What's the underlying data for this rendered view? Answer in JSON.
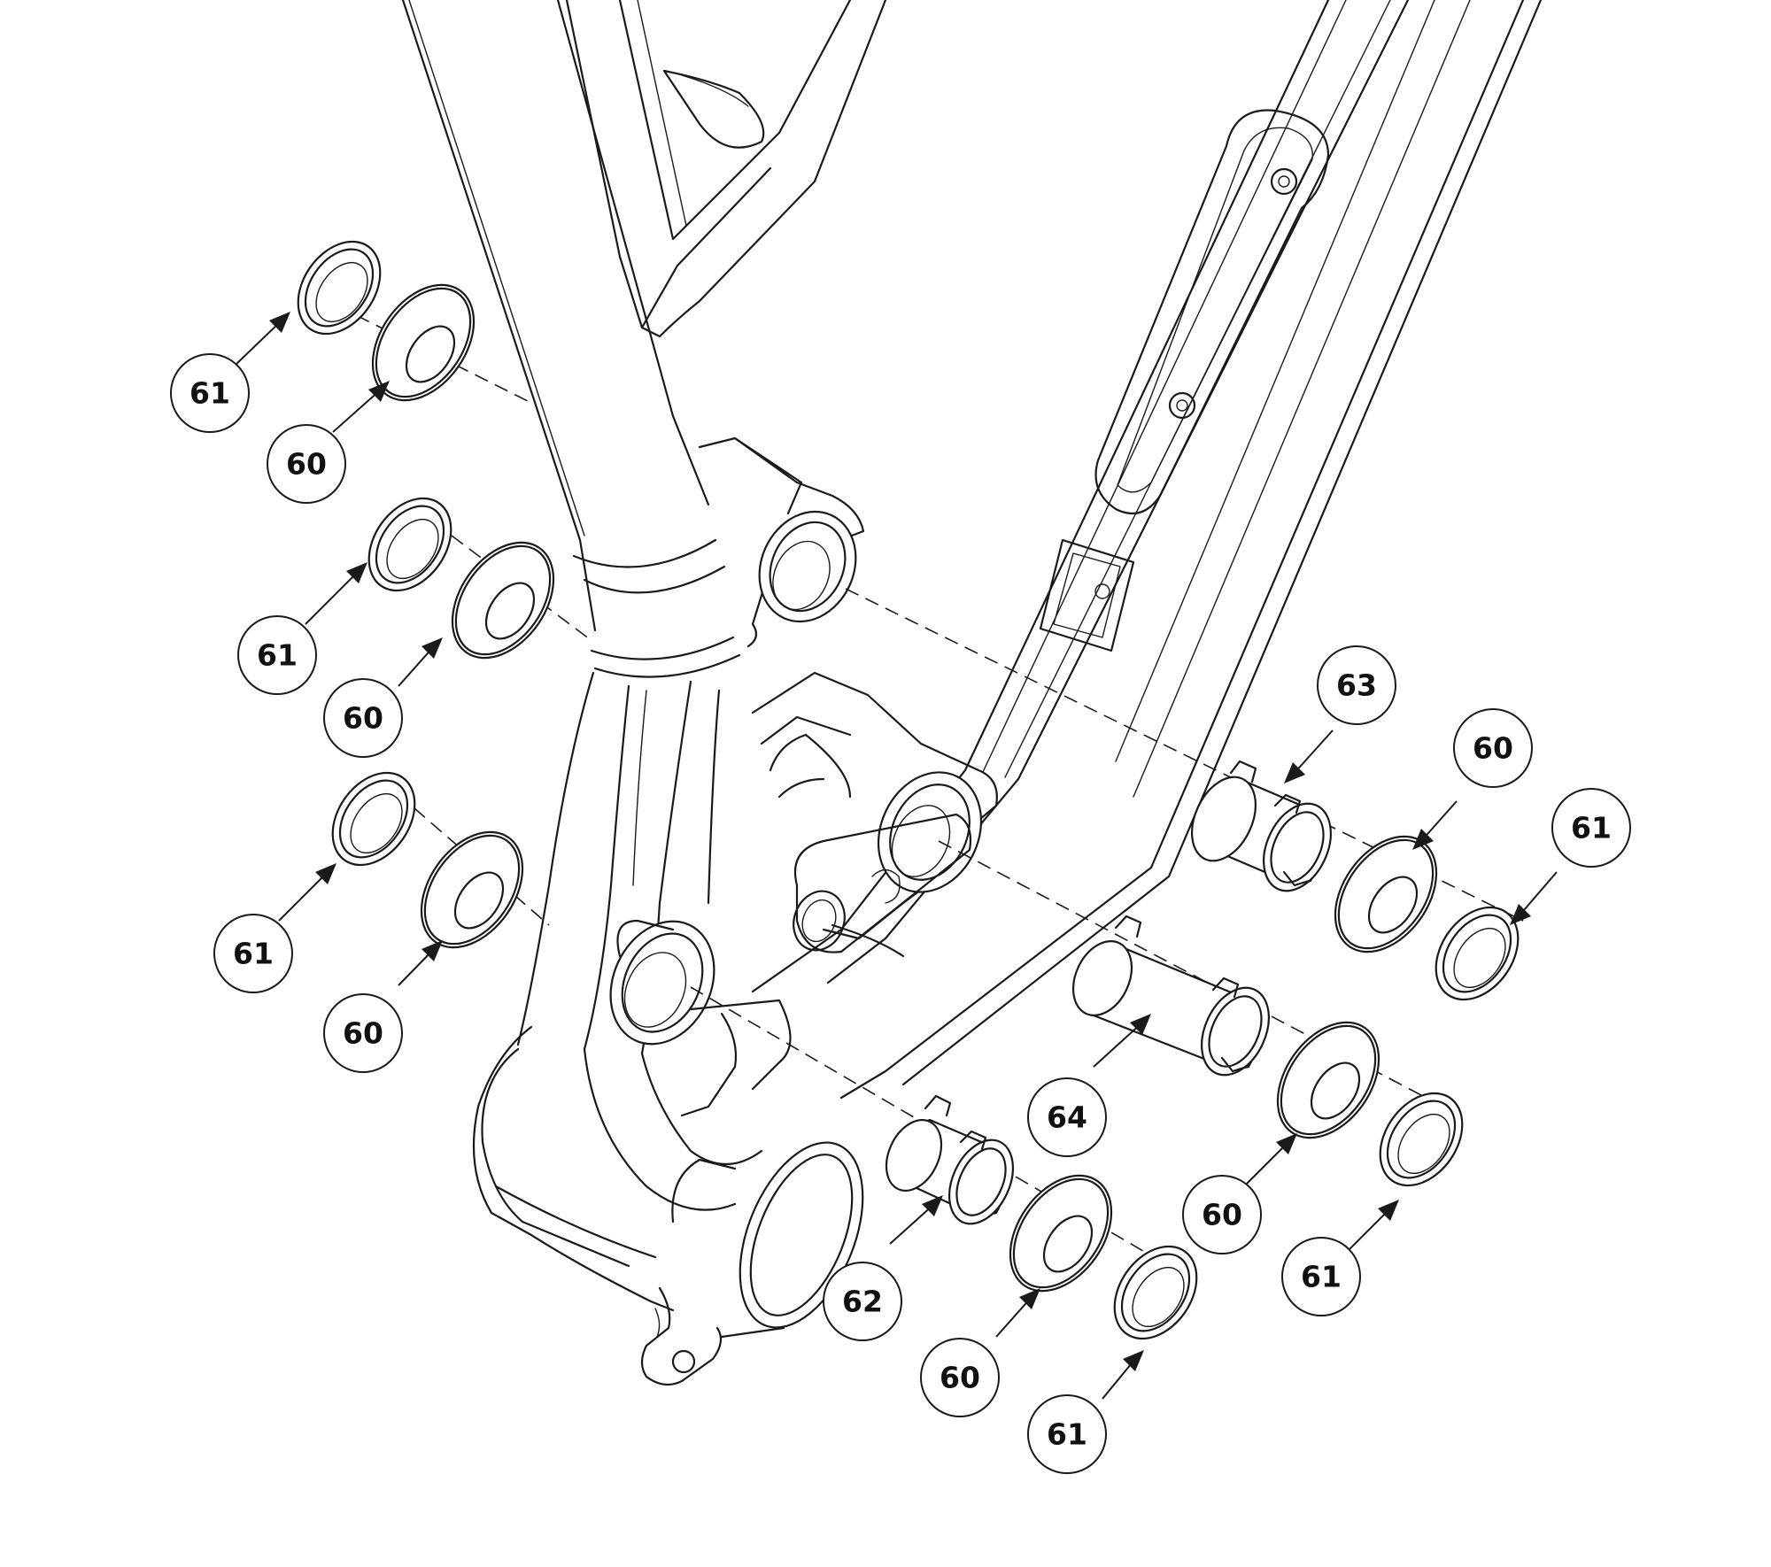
{
  "diagram": {
    "callouts": [
      {
        "id": "c1",
        "label": "61"
      },
      {
        "id": "c2",
        "label": "60"
      },
      {
        "id": "c3",
        "label": "61"
      },
      {
        "id": "c4",
        "label": "60"
      },
      {
        "id": "c5",
        "label": "61"
      },
      {
        "id": "c6",
        "label": "60"
      },
      {
        "id": "c7",
        "label": "63"
      },
      {
        "id": "c8",
        "label": "60"
      },
      {
        "id": "c9",
        "label": "61"
      },
      {
        "id": "c10",
        "label": "64"
      },
      {
        "id": "c11",
        "label": "60"
      },
      {
        "id": "c12",
        "label": "61"
      },
      {
        "id": "c13",
        "label": "62"
      },
      {
        "id": "c14",
        "label": "60"
      },
      {
        "id": "c15",
        "label": "61"
      }
    ],
    "line_color": "#1a1a1a",
    "background": "#ffffff"
  }
}
